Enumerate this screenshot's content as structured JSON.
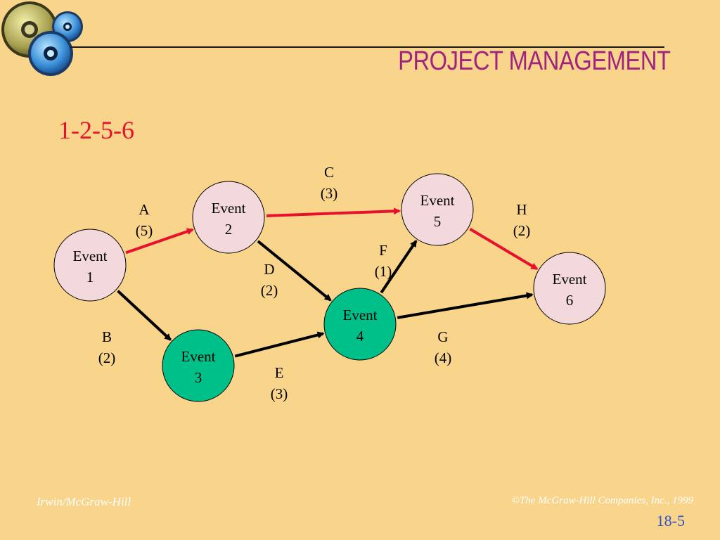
{
  "title": "PROJECT MANAGEMENT",
  "path_label": "1-2-5-6",
  "colors": {
    "background": "#F9D48B",
    "title": "#A0237F",
    "critical": "#E8112D",
    "normal": "#000000",
    "event_pink": "#F3D9DC",
    "event_green": "#00C08A",
    "footer_text": "#ffffff",
    "page_number": "#3050C8"
  },
  "events": [
    {
      "id": "e1",
      "word": "Event",
      "num": "1",
      "fill": "pink"
    },
    {
      "id": "e2",
      "word": "Event",
      "num": "2",
      "fill": "pink"
    },
    {
      "id": "e3",
      "word": "Event",
      "num": "3",
      "fill": "green"
    },
    {
      "id": "e4",
      "word": "Event",
      "num": "4",
      "fill": "green"
    },
    {
      "id": "e5",
      "word": "Event",
      "num": "5",
      "fill": "pink"
    },
    {
      "id": "e6",
      "word": "Event",
      "num": "6",
      "fill": "pink"
    }
  ],
  "activities": [
    {
      "id": "a",
      "label": "A",
      "duration": "(5)",
      "from": "e1",
      "to": "e2",
      "critical": true
    },
    {
      "id": "b",
      "label": "B",
      "duration": "(2)",
      "from": "e1",
      "to": "e3",
      "critical": false
    },
    {
      "id": "c",
      "label": "C",
      "duration": "(3)",
      "from": "e2",
      "to": "e5",
      "critical": true
    },
    {
      "id": "d",
      "label": "D",
      "duration": "(2)",
      "from": "e2",
      "to": "e4",
      "critical": false
    },
    {
      "id": "e",
      "label": "E",
      "duration": "(3)",
      "from": "e3",
      "to": "e4",
      "critical": false
    },
    {
      "id": "f",
      "label": "F",
      "duration": "(1)",
      "from": "e4",
      "to": "e5",
      "critical": false
    },
    {
      "id": "g",
      "label": "G",
      "duration": "(4)",
      "from": "e4",
      "to": "e6",
      "critical": false
    },
    {
      "id": "h",
      "label": "H",
      "duration": "(2)",
      "from": "e5",
      "to": "e6",
      "critical": true
    }
  ],
  "footer": {
    "left": "Irwin/McGraw-Hill",
    "right": "©The McGraw-Hill Companies, Inc., 1999",
    "page": "18-5"
  }
}
